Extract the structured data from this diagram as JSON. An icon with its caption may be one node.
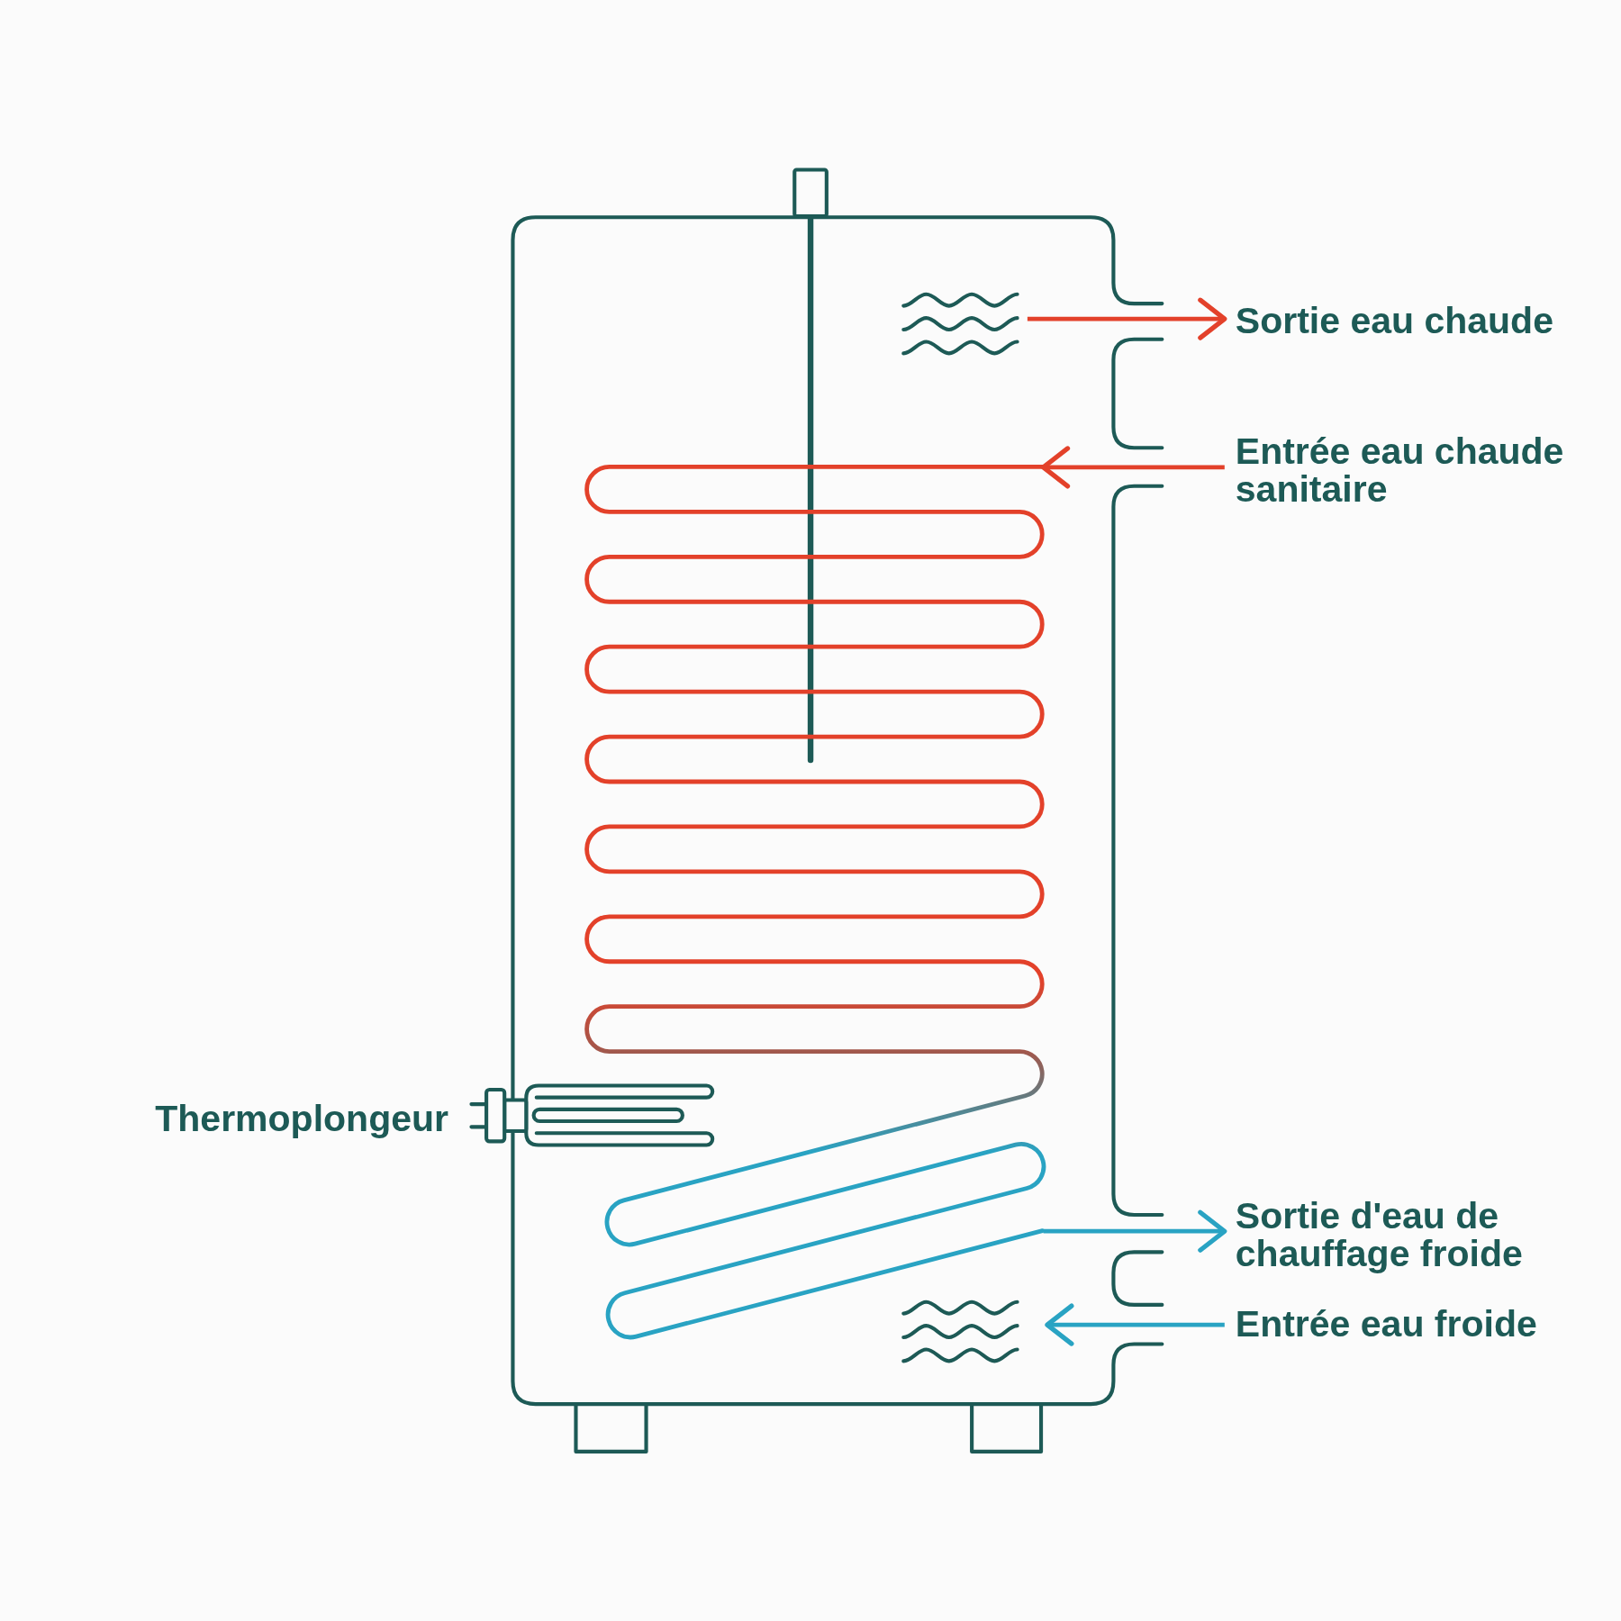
{
  "diagram": {
    "nodes": [
      {
        "text": [],
        "shape": "box"
      },
      {
        "text": [],
        "shape": "picture",
        "in": 0
      },
      {
        "text": [
          "Sortie eau chaude"
        ]
      },
      {
        "text": [
          "Entrée eau chaude sanitaire"
        ]
      },
      {
        "text": [],
        "shape": "picture",
        "in": 0
      },
      {
        "text": [
          "Sortie d'eau de chauffage froide"
        ]
      },
      {
        "text": [
          "Entrée eau froide"
        ]
      },
      {
        "text": [],
        "shape": "picture",
        "in": 0
      }
    ],
    "edges": [
      {
        "from": 1,
        "to": 2,
        "arrow": "to",
        "color": "#e3412a"
      },
      {
        "from": 3,
        "to": 4,
        "arrow": "to",
        "color": "#e3412a"
      },
      {
        "from": 4,
        "to": 5,
        "arrow": "to",
        "color": "#29a3c3"
      },
      {
        "from": 6,
        "to": 7,
        "arrow": "to",
        "color": "#29a3c3"
      }
    ],
    "labels": [
      "Thermoplongeur"
    ]
  }
}
